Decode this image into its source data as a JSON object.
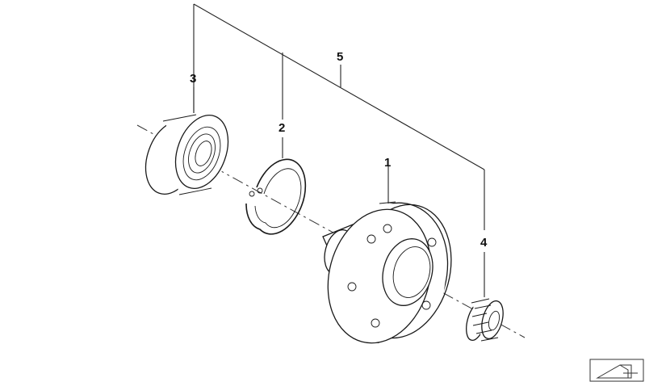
{
  "callouts": {
    "hub": "1",
    "circlip": "2",
    "bearing": "3",
    "nut": "4",
    "assembly": "5"
  }
}
